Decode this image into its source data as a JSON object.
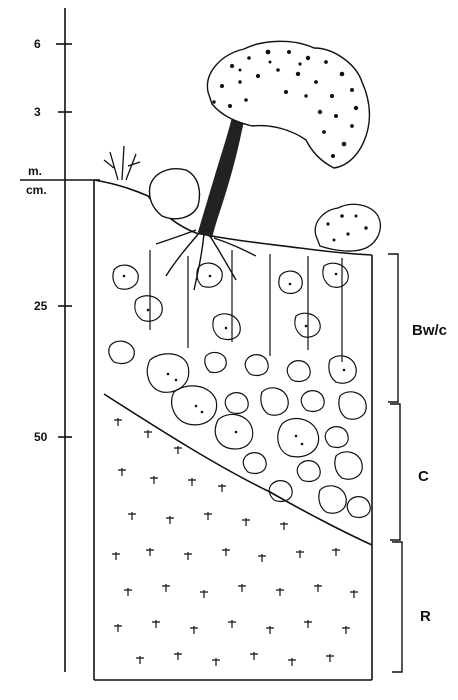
{
  "axis": {
    "upper_unit": "m.",
    "lower_unit": "cm.",
    "ticks_m": [
      "6",
      "3"
    ],
    "ticks_cm": [
      "25",
      "50"
    ]
  },
  "horizons": [
    {
      "label": "Bw/c"
    },
    {
      "label": "C"
    },
    {
      "label": "R"
    }
  ],
  "colors": {
    "ink": "#111111",
    "paper": "#ffffff"
  }
}
